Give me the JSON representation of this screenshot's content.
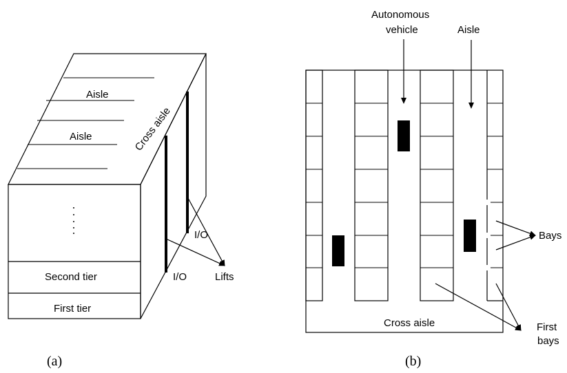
{
  "diagram_a": {
    "labels": {
      "aisle_top": "Aisle",
      "aisle_mid": "Aisle",
      "cross_aisle": "Cross aisle",
      "second_tier": "Second tier",
      "first_tier": "First tier",
      "io_upper": "I/O",
      "io_lower": "I/O",
      "lifts": "Lifts"
    },
    "caption": "(a)"
  },
  "diagram_b": {
    "labels": {
      "autonomous_vehicle_line1": "Autonomous",
      "autonomous_vehicle_line2": "vehicle",
      "aisle": "Aisle",
      "bays": "Bays",
      "cross_aisle": "Cross aisle",
      "first_bays_line1": "First",
      "first_bays_line2": "bays"
    },
    "caption": "(b)"
  }
}
